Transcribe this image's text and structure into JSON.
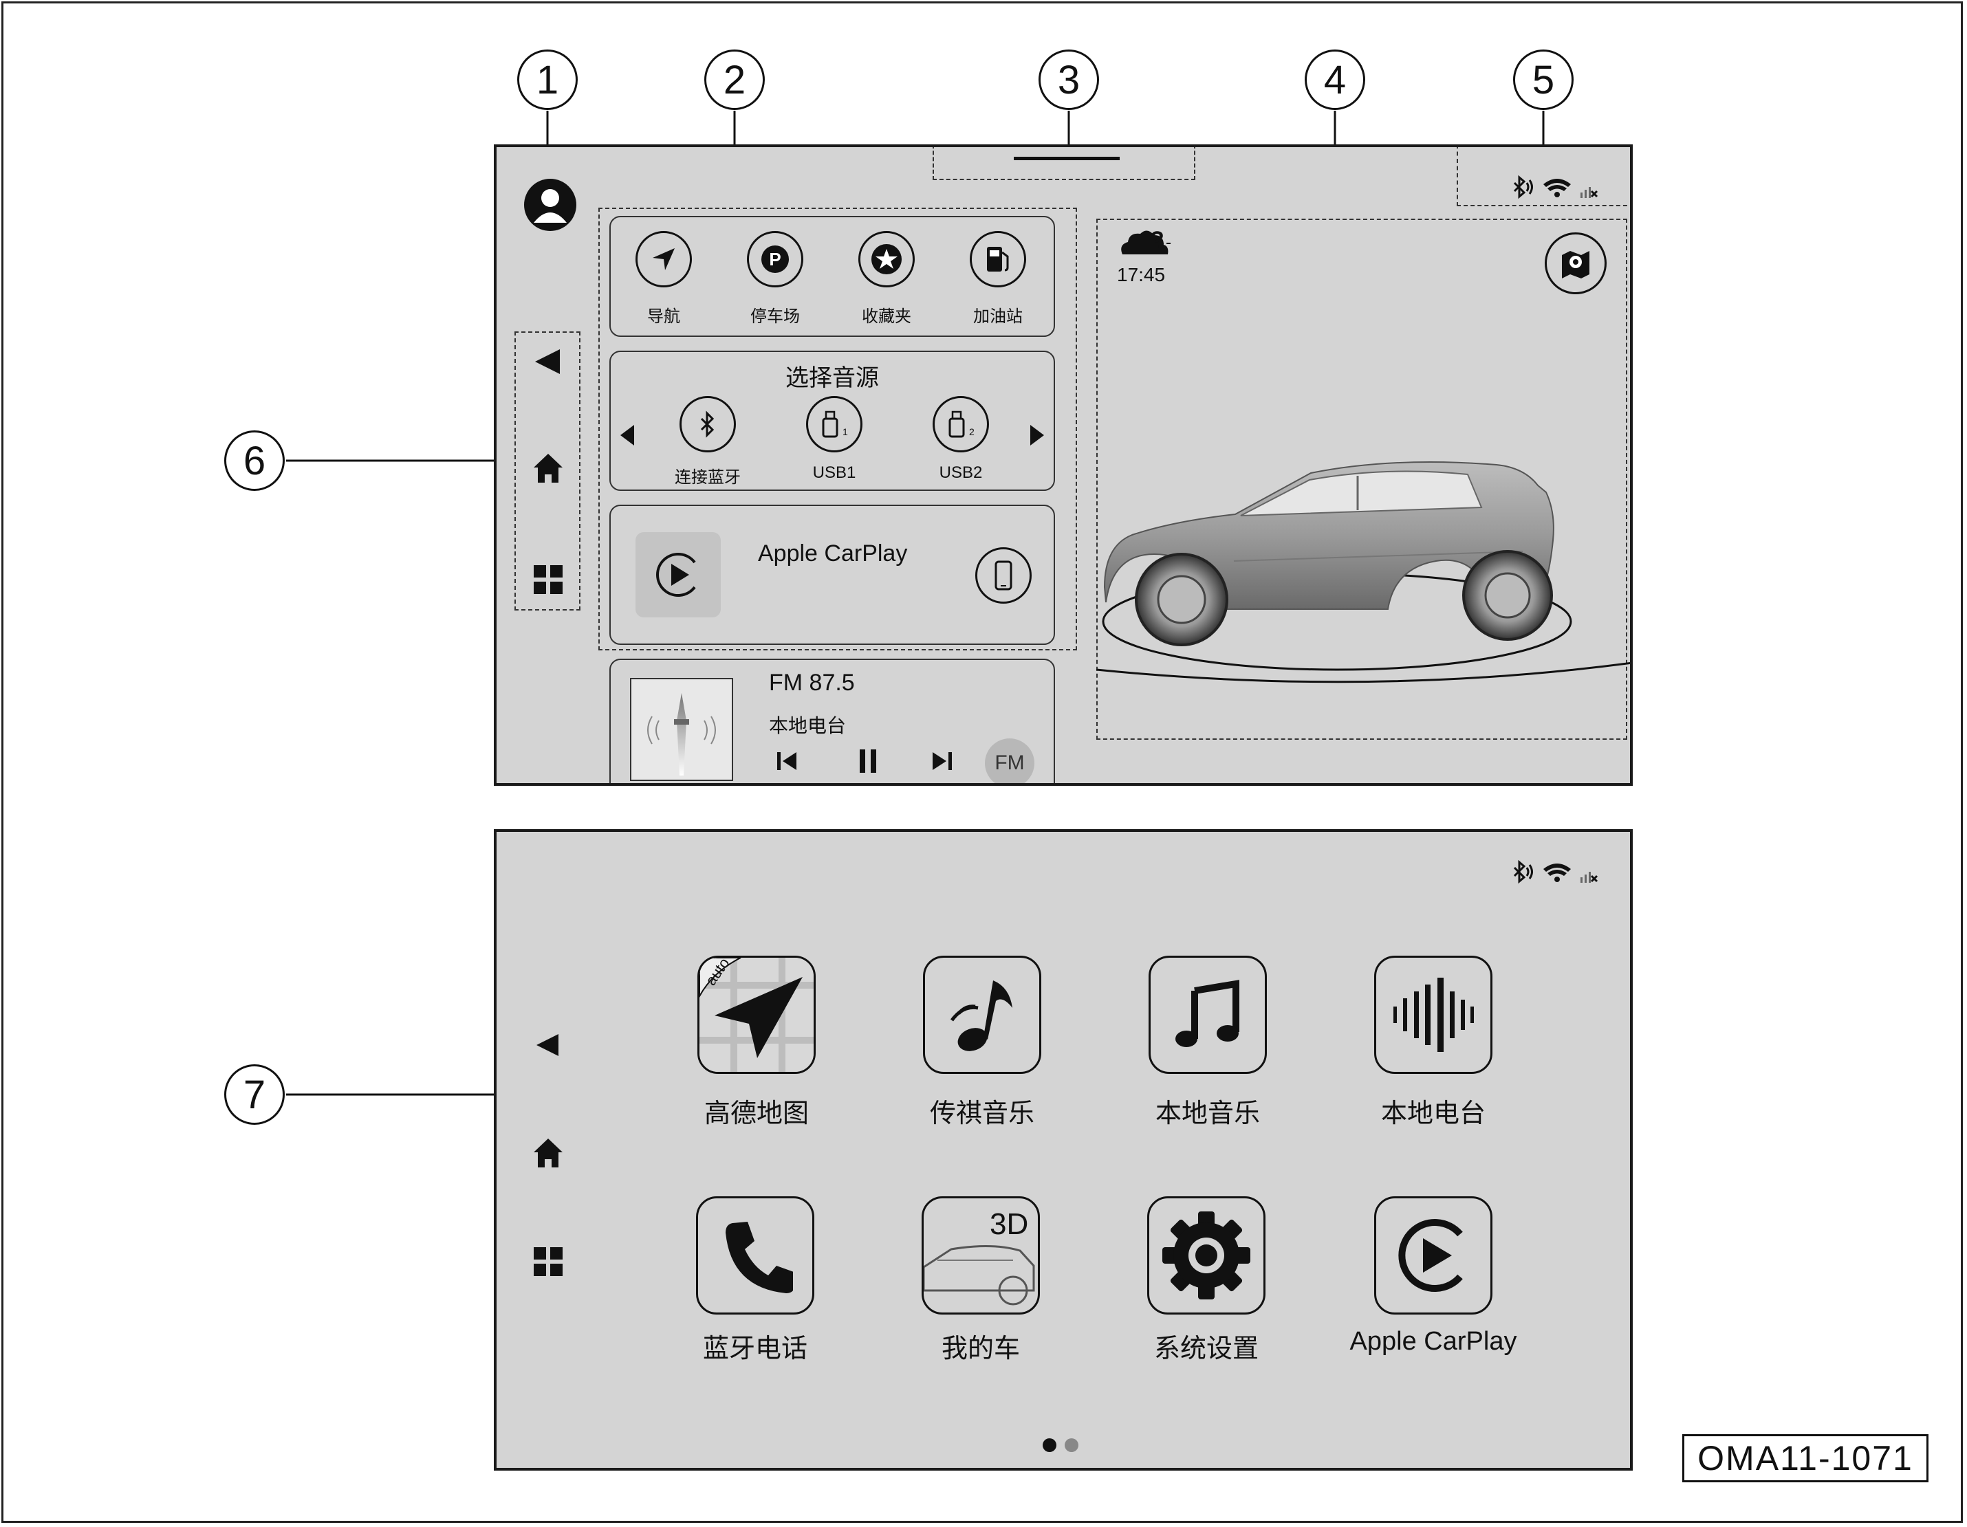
{
  "top_screen": {
    "shortcuts": [
      {
        "label": "导航",
        "icon": "navigation-arrow-icon"
      },
      {
        "label": "停车场",
        "icon": "parking-icon"
      },
      {
        "label": "收藏夹",
        "icon": "star-icon"
      },
      {
        "label": "加油站",
        "icon": "fuel-pump-icon"
      }
    ],
    "source_title": "选择音源",
    "sources": [
      {
        "label": "连接蓝牙",
        "icon": "bluetooth-icon"
      },
      {
        "label": "USB1",
        "icon": "usb1-icon",
        "sub": "1"
      },
      {
        "label": "USB2",
        "icon": "usb2-icon",
        "sub": "2"
      }
    ],
    "carplay_title": "Apple CarPlay",
    "radio_freq": "FM 87.5",
    "radio_station": "本地电台",
    "radio_band": "FM",
    "time": "17:45"
  },
  "bottom_screen": {
    "apps": [
      {
        "label": "高德地图",
        "icon": "amap-icon",
        "badge": "auto"
      },
      {
        "label": "传祺音乐",
        "icon": "music-note-icon"
      },
      {
        "label": "本地音乐",
        "icon": "local-music-icon"
      },
      {
        "label": "本地电台",
        "icon": "radio-wave-icon"
      },
      {
        "label": "蓝牙电话",
        "icon": "phone-icon"
      },
      {
        "label": "我的车",
        "icon": "my-car-icon",
        "badge": "3D"
      },
      {
        "label": "系统设置",
        "icon": "gear-icon"
      },
      {
        "label": "Apple CarPlay",
        "icon": "carplay-icon"
      }
    ]
  },
  "callouts": [
    "1",
    "2",
    "3",
    "4",
    "5",
    "6",
    "7"
  ],
  "figure_code": "OMA11-1071"
}
